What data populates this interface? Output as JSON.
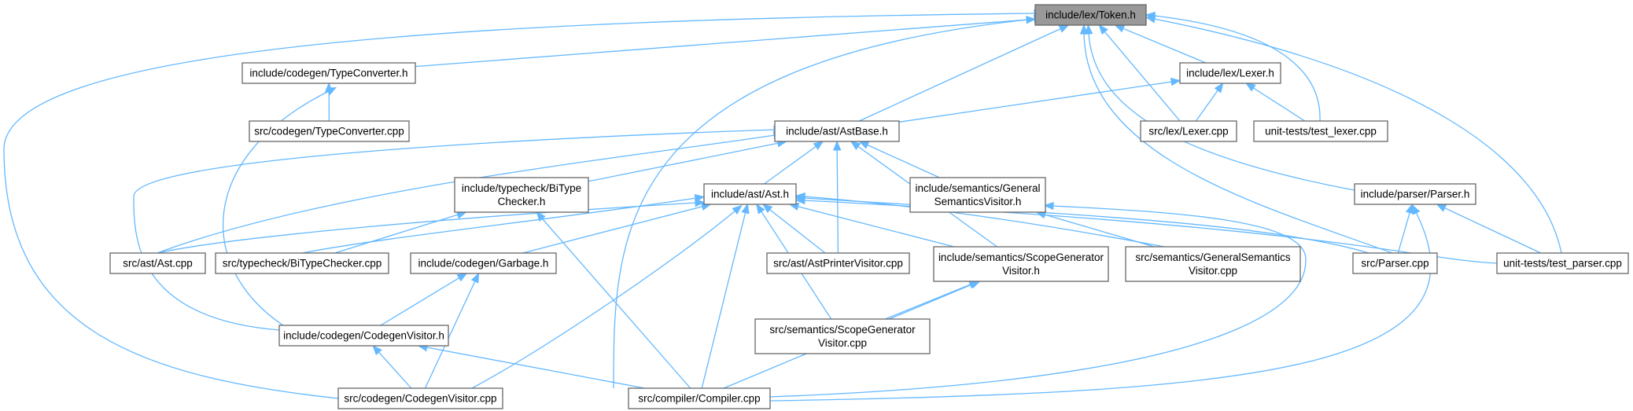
{
  "diagram": {
    "edge_color": "#63b8ff",
    "highlight_color": "#999999",
    "nodes": [
      {
        "id": "token",
        "lines": [
          "include/lex/Token.h"
        ],
        "highlight": true
      },
      {
        "id": "typeconv_h",
        "lines": [
          "include/codegen/TypeConverter.h"
        ]
      },
      {
        "id": "lexer_h",
        "lines": [
          "include/lex/Lexer.h"
        ]
      },
      {
        "id": "typeconv_cpp",
        "lines": [
          "src/codegen/TypeConverter.cpp"
        ]
      },
      {
        "id": "astbase_h",
        "lines": [
          "include/ast/AstBase.h"
        ]
      },
      {
        "id": "lexer_cpp",
        "lines": [
          "src/lex/Lexer.cpp"
        ]
      },
      {
        "id": "test_lexer",
        "lines": [
          "unit-tests/test_lexer.cpp"
        ]
      },
      {
        "id": "bitype_h",
        "lines": [
          "include/typecheck/BiType",
          "Checker.h"
        ]
      },
      {
        "id": "ast_h",
        "lines": [
          "include/ast/Ast.h"
        ]
      },
      {
        "id": "gensem_h",
        "lines": [
          "include/semantics/General",
          "SemanticsVisitor.h"
        ]
      },
      {
        "id": "parser_h",
        "lines": [
          "include/parser/Parser.h"
        ]
      },
      {
        "id": "ast_cpp",
        "lines": [
          "src/ast/Ast.cpp"
        ]
      },
      {
        "id": "bitype_cpp",
        "lines": [
          "src/typecheck/BiTypeChecker.cpp"
        ]
      },
      {
        "id": "garbage_h",
        "lines": [
          "include/codegen/Garbage.h"
        ]
      },
      {
        "id": "astprinter_cpp",
        "lines": [
          "src/ast/AstPrinterVisitor.cpp"
        ]
      },
      {
        "id": "scopegen_h",
        "lines": [
          "include/semantics/ScopeGenerator",
          "Visitor.h"
        ]
      },
      {
        "id": "gensem_cpp",
        "lines": [
          "src/semantics/GeneralSemantics",
          "Visitor.cpp"
        ]
      },
      {
        "id": "parser_cpp",
        "lines": [
          "src/Parser.cpp"
        ]
      },
      {
        "id": "test_parser",
        "lines": [
          "unit-tests/test_parser.cpp"
        ]
      },
      {
        "id": "codegen_h",
        "lines": [
          "include/codegen/CodegenVisitor.h"
        ]
      },
      {
        "id": "scopegen_cpp",
        "lines": [
          "src/semantics/ScopeGenerator",
          "Visitor.cpp"
        ]
      },
      {
        "id": "codegen_cpp",
        "lines": [
          "src/codegen/CodegenVisitor.cpp"
        ]
      },
      {
        "id": "compiler_cpp",
        "lines": [
          "src/compiler/Compiler.cpp"
        ]
      }
    ],
    "edges": [
      {
        "from": "typeconv_h",
        "to": "token"
      },
      {
        "from": "lexer_h",
        "to": "token"
      },
      {
        "from": "astbase_h",
        "to": "token"
      },
      {
        "from": "lexer_cpp",
        "to": "token"
      },
      {
        "from": "test_lexer",
        "to": "token"
      },
      {
        "from": "parser_h",
        "to": "token"
      },
      {
        "from": "parser_cpp",
        "to": "token"
      },
      {
        "from": "test_parser",
        "to": "token"
      },
      {
        "from": "codegen_cpp",
        "to": "token"
      },
      {
        "from": "compiler_cpp",
        "to": "token"
      },
      {
        "from": "typeconv_cpp",
        "to": "typeconv_h"
      },
      {
        "from": "codegen_h",
        "to": "typeconv_h"
      },
      {
        "from": "astbase_h",
        "to": "lexer_h"
      },
      {
        "from": "lexer_cpp",
        "to": "lexer_h"
      },
      {
        "from": "test_lexer",
        "to": "lexer_h"
      },
      {
        "from": "ast_h",
        "to": "astbase_h"
      },
      {
        "from": "bitype_h",
        "to": "astbase_h"
      },
      {
        "from": "gensem_h",
        "to": "astbase_h"
      },
      {
        "from": "ast_cpp",
        "to": "astbase_h"
      },
      {
        "from": "astprinter_cpp",
        "to": "astbase_h"
      },
      {
        "from": "scopegen_h",
        "to": "astbase_h"
      },
      {
        "from": "codegen_h",
        "to": "astbase_h"
      },
      {
        "from": "bitype_cpp",
        "to": "bitype_h"
      },
      {
        "from": "compiler_cpp",
        "to": "bitype_h"
      },
      {
        "from": "ast_cpp",
        "to": "ast_h"
      },
      {
        "from": "bitype_cpp",
        "to": "ast_h"
      },
      {
        "from": "garbage_h",
        "to": "ast_h"
      },
      {
        "from": "astprinter_cpp",
        "to": "ast_h"
      },
      {
        "from": "scopegen_h",
        "to": "ast_h"
      },
      {
        "from": "gensem_cpp",
        "to": "ast_h"
      },
      {
        "from": "parser_cpp",
        "to": "ast_h"
      },
      {
        "from": "test_parser",
        "to": "ast_h"
      },
      {
        "from": "scopegen_cpp",
        "to": "ast_h"
      },
      {
        "from": "codegen_cpp",
        "to": "ast_h"
      },
      {
        "from": "compiler_cpp",
        "to": "ast_h"
      },
      {
        "from": "gensem_cpp",
        "to": "gensem_h"
      },
      {
        "from": "compiler_cpp",
        "to": "gensem_h"
      },
      {
        "from": "parser_cpp",
        "to": "parser_h"
      },
      {
        "from": "test_parser",
        "to": "parser_h"
      },
      {
        "from": "compiler_cpp",
        "to": "parser_h"
      },
      {
        "from": "codegen_h",
        "to": "garbage_h"
      },
      {
        "from": "codegen_cpp",
        "to": "garbage_h"
      },
      {
        "from": "scopegen_cpp",
        "to": "scopegen_h"
      },
      {
        "from": "compiler_cpp",
        "to": "scopegen_h"
      },
      {
        "from": "codegen_cpp",
        "to": "codegen_h"
      },
      {
        "from": "compiler_cpp",
        "to": "codegen_h"
      }
    ]
  }
}
